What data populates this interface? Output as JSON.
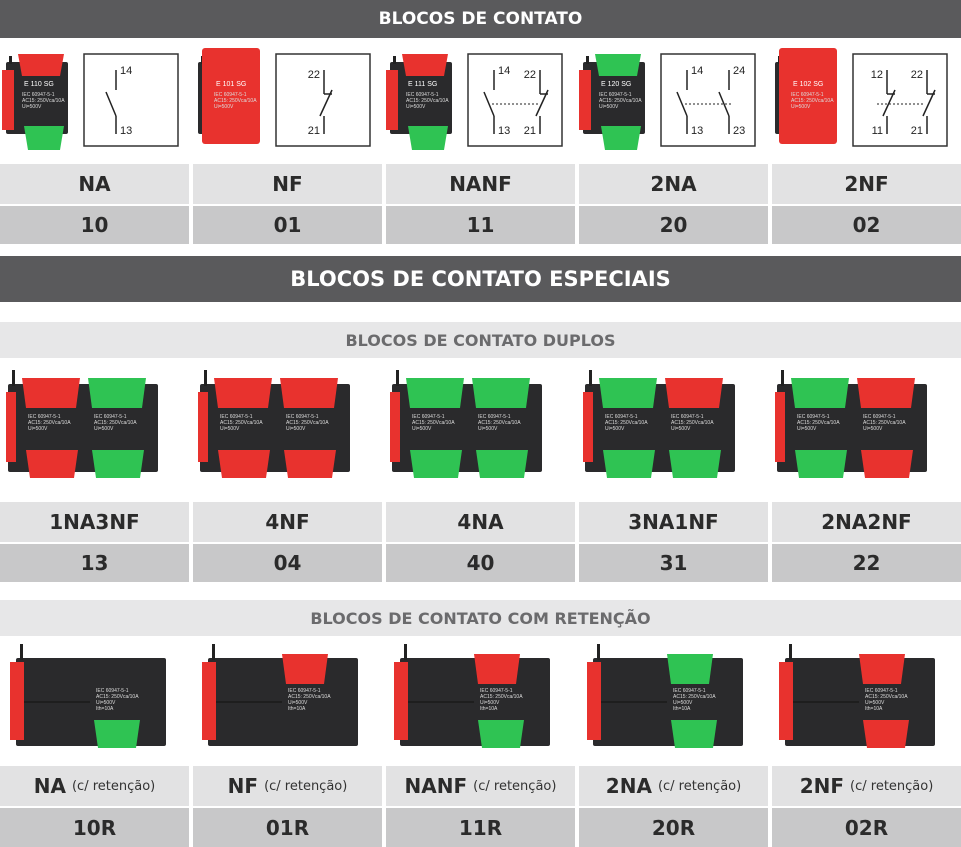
{
  "colors": {
    "header_dark": "#5a5a5c",
    "header_light": "#e7e7e8",
    "red": "#e8322e",
    "green": "#2fc353",
    "body_dark": "#2a2a2c"
  },
  "section1": {
    "title": "BLOCOS DE CONTATO",
    "items": [
      {
        "product_label": "E 110 SG",
        "terminals": [
          "14",
          "13"
        ],
        "name": "NA",
        "code": "10"
      },
      {
        "product_label": "E 101 SG",
        "terminals": [
          "22",
          "21"
        ],
        "name": "NF",
        "code": "01"
      },
      {
        "product_label": "E 111 SG",
        "terminals": [
          "14",
          "22",
          "13",
          "21"
        ],
        "name": "NANF",
        "code": "11"
      },
      {
        "product_label": "E 120 SG",
        "terminals": [
          "14",
          "24",
          "13",
          "23"
        ],
        "name": "2NA",
        "code": "20"
      },
      {
        "product_label": "E 102 SG",
        "terminals": [
          "12",
          "22",
          "11",
          "21"
        ],
        "name": "2NF",
        "code": "02"
      }
    ]
  },
  "section2": {
    "title": "BLOCOS DE CONTATO ESPECIAIS"
  },
  "duplos": {
    "title": "BLOCOS DE CONTATO DUPLOS",
    "items": [
      {
        "name": "1NA3NF",
        "code": "13"
      },
      {
        "name": "4NF",
        "code": "04"
      },
      {
        "name": "4NA",
        "code": "40"
      },
      {
        "name": "3NA1NF",
        "code": "31"
      },
      {
        "name": "2NA2NF",
        "code": "22"
      }
    ]
  },
  "retencao": {
    "title": "BLOCOS DE CONTATO COM RETENÇÃO",
    "suffix": "(c/ retenção)",
    "items": [
      {
        "name": "NA",
        "code": "10R"
      },
      {
        "name": "NF",
        "code": "01R"
      },
      {
        "name": "NANF",
        "code": "11R"
      },
      {
        "name": "2NA",
        "code": "20R"
      },
      {
        "name": "2NF",
        "code": "02R"
      }
    ]
  },
  "module_text": {
    "standard": "IEC 60947-5-1",
    "rating": "AC15: 250Vca/10A",
    "ui": "Ui=500V",
    "ith": "Ith=10A"
  }
}
